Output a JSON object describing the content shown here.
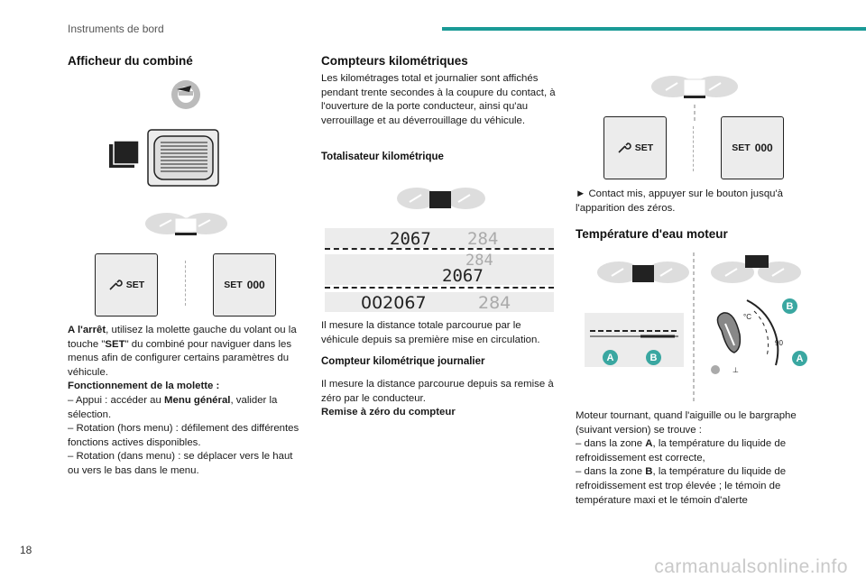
{
  "header": {
    "section": "Instruments de bord",
    "page_number": "18"
  },
  "watermark": "carmanualsonline.info",
  "col1": {
    "title": "Afficheur du combiné",
    "btn_set_label": "SET",
    "btn_set000_label": "SET",
    "btn_set000_zeros": "000",
    "para1_bold": "A l'arrêt",
    "para1_a": ", utilisez la molette gauche du volant ou la touche \"",
    "para1_set": "SET",
    "para1_b": "\" du combiné pour naviguer dans les menus afin de configurer certains paramètres du véhicule.",
    "wheel_title": "Fonctionnement de la molette :",
    "item1_a": "–  Appui : accéder au ",
    "item1_bold": "Menu général",
    "item1_b": ", valider la sélection.",
    "item2": "–  Rotation (hors menu) : défilement des différentes fonctions actives disponibles.",
    "item3": "–  Rotation (dans menu) : se déplacer vers le haut ou vers le bas dans le menu."
  },
  "col2": {
    "title": "Compteurs kilométriques",
    "intro": "Les kilométrages total et journalier sont affichés pendant trente secondes à la coupure du contact, à l'ouverture de la porte conducteur, ainsi qu'au verrouillage et au déverrouillage du véhicule.",
    "total_title": "Totalisateur kilométrique",
    "odo_row1_total": "2067",
    "odo_row1_trip": "284",
    "odo_row2_trip": "284",
    "odo_row2_total": "2067",
    "odo_row3_total": "002067",
    "odo_row3_trip": "284",
    "total_text": "Il mesure la distance totale parcourue par le véhicule depuis sa première mise en circulation.",
    "trip_title": "Compteur kilométrique journalier",
    "trip_text": "Il mesure la distance parcourue depuis sa remise à zéro par le conducteur.",
    "reset_title": "Remise à zéro du compteur"
  },
  "col3": {
    "btn_set_label": "SET",
    "btn_set000_label": "SET",
    "btn_set000_zeros": "000",
    "reset_text": "►  Contact mis, appuyer sur le bouton jusqu'à l'apparition des zéros.",
    "temp_title": "Température d'eau moteur",
    "label_a": "A",
    "label_b": "B",
    "gauge_c": "°C",
    "gauge_90": "90",
    "temp_p1": "Moteur tournant, quand l'aiguille ou le bargraphe (suivant version) se trouve :",
    "temp_a_pre": "–  dans la zone ",
    "temp_a_letter": "A",
    "temp_a_post": ", la température du liquide de refroidissement est correcte,",
    "temp_b_pre": "–  dans la zone ",
    "temp_b_letter": "B",
    "temp_b_post": ", la température du liquide de refroidissement est trop élevée ; le témoin de température maxi et le témoin d'alerte"
  },
  "colors": {
    "accent": "#1a9a96",
    "badge": "#3aa7a1"
  }
}
